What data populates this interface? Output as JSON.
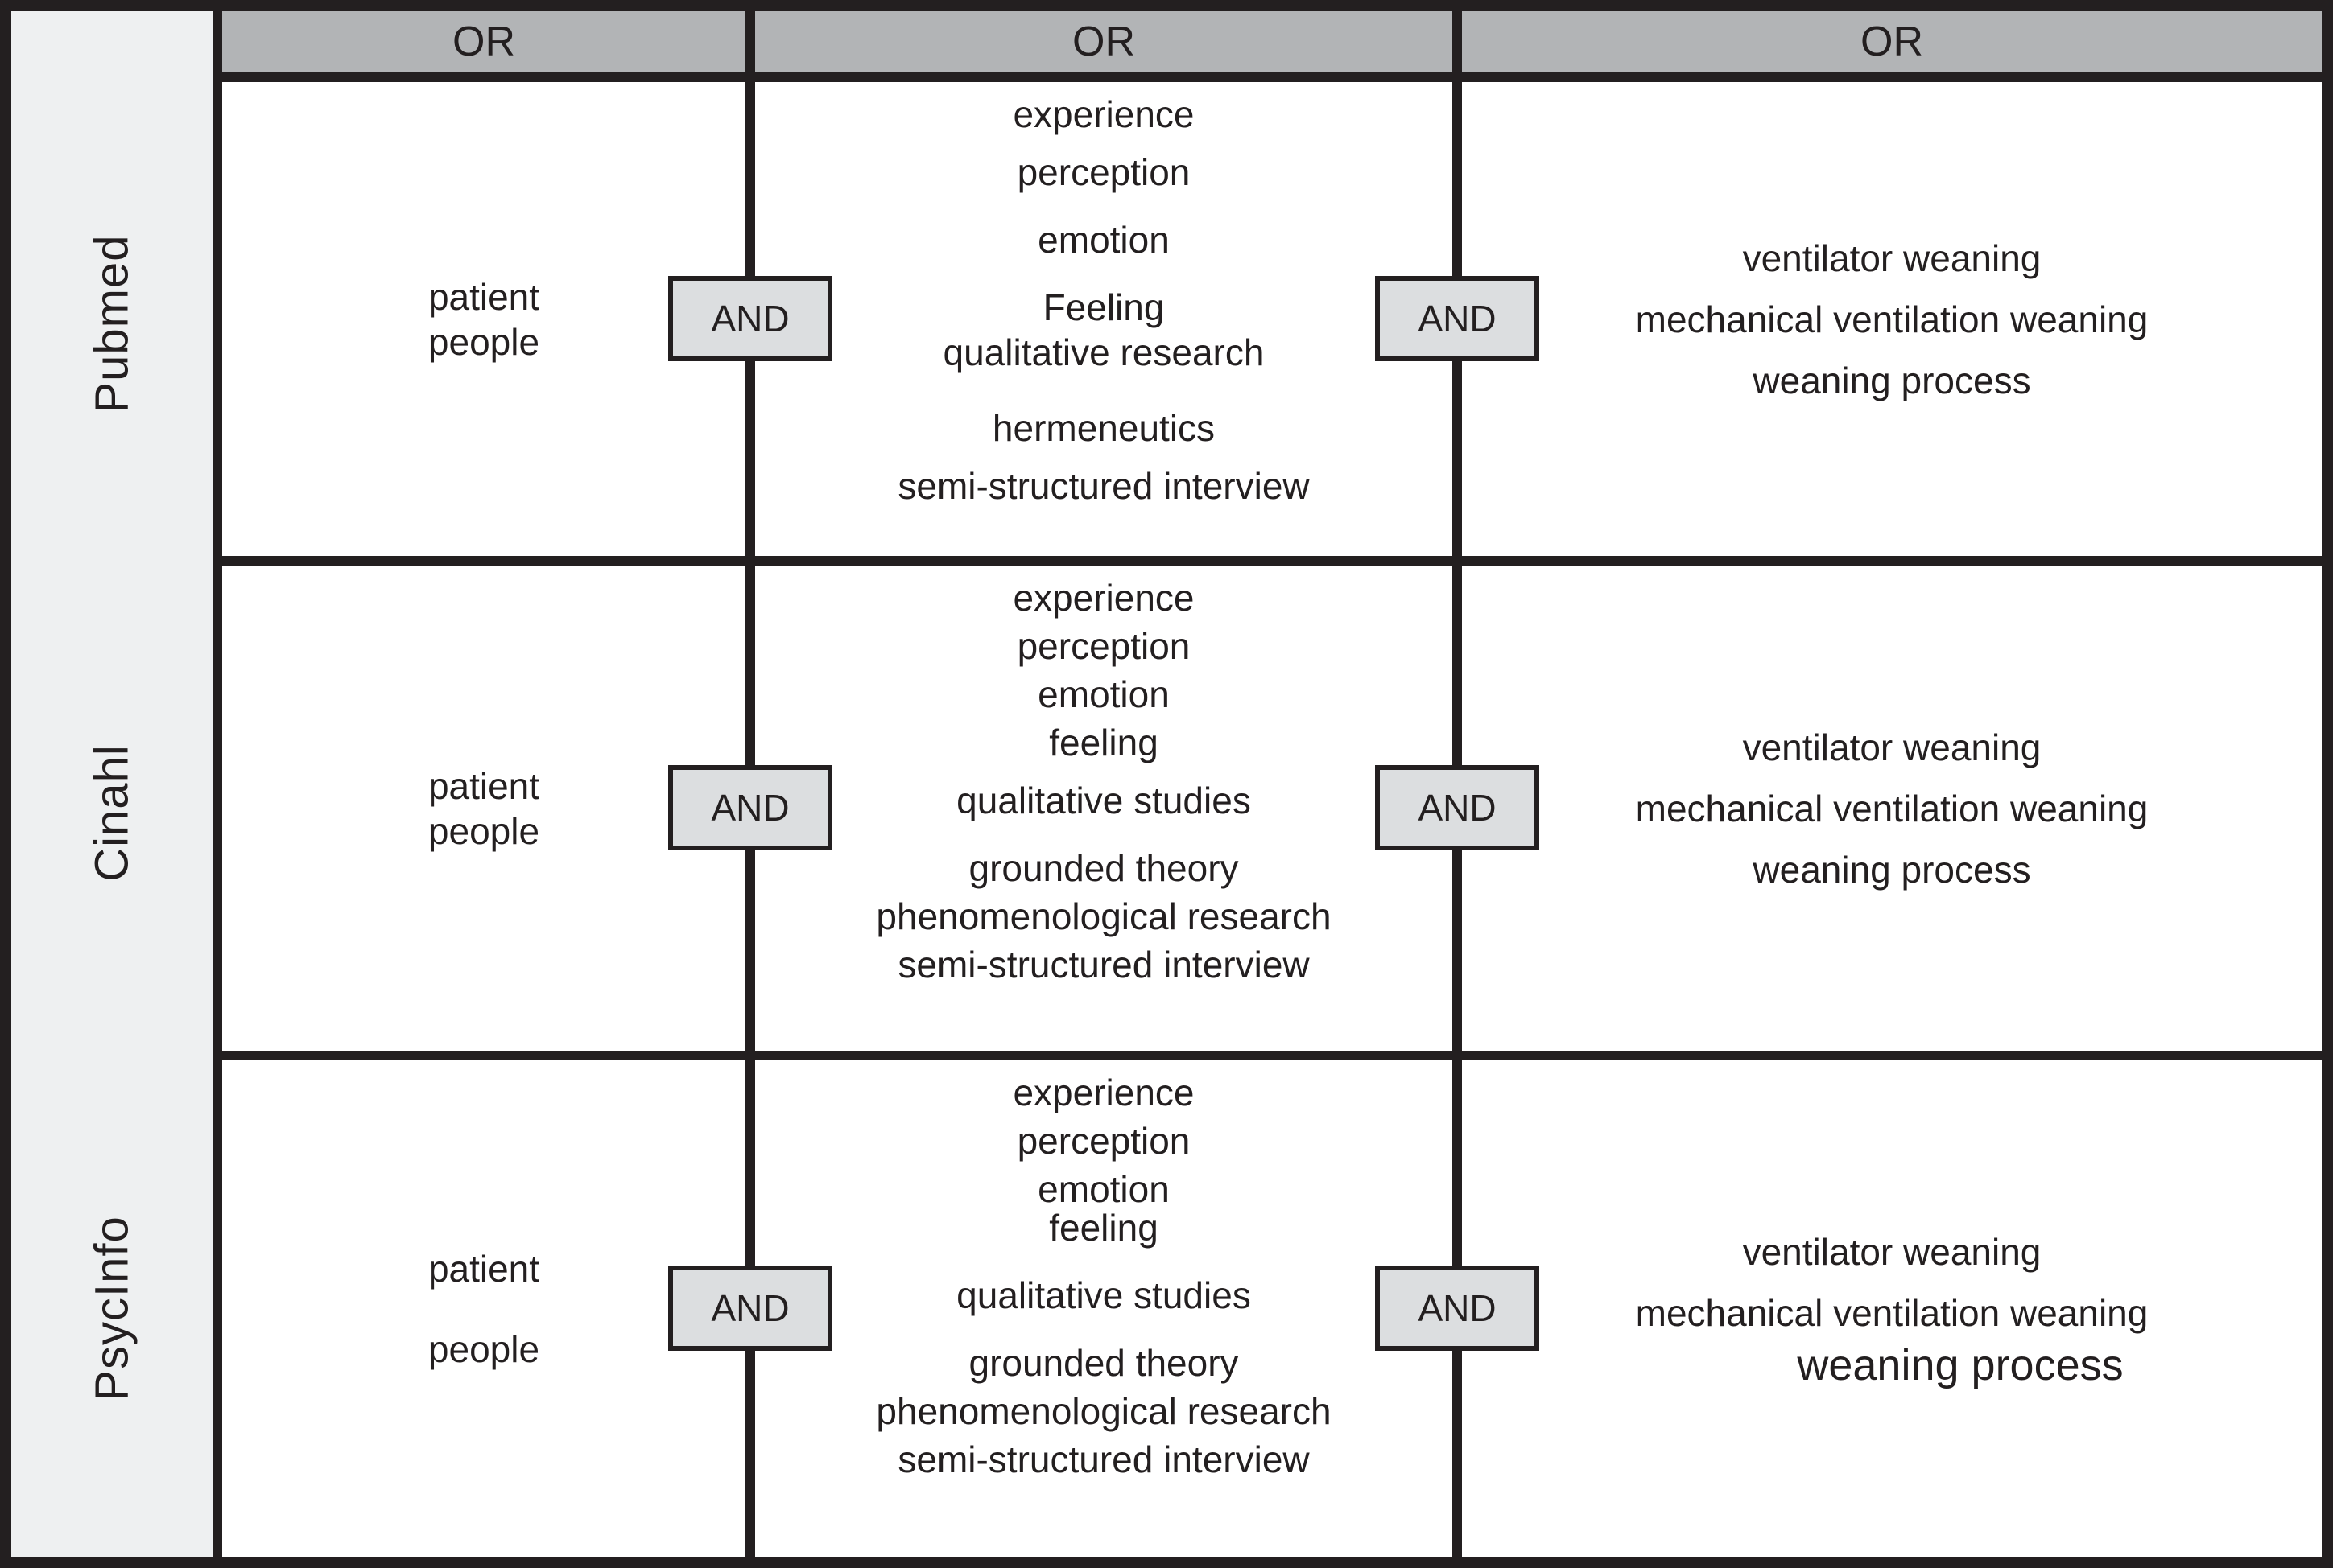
{
  "table": {
    "header": {
      "or_labels": [
        "OR",
        "OR",
        "OR"
      ]
    },
    "and_label": "AND",
    "rows": [
      {
        "database": "Pubmed",
        "population": [
          "patient",
          "people"
        ],
        "concepts": [
          "experience",
          "perception",
          "emotion",
          "Feeling",
          "qualitative research",
          "hermeneutics",
          "semi-structured interview"
        ],
        "outcomes": [
          "ventilator weaning",
          "mechanical ventilation weaning",
          "weaning process"
        ]
      },
      {
        "database": "Cinahl",
        "population": [
          "patient",
          "people"
        ],
        "concepts": [
          "experience",
          "perception",
          "emotion",
          "feeling",
          "qualitative studies",
          "grounded theory",
          "phenomenological research",
          "semi-structured interview"
        ],
        "outcomes": [
          "ventilator weaning",
          "mechanical ventilation weaning",
          "weaning process"
        ]
      },
      {
        "database": "PsycInfo",
        "population": [
          "patient",
          "people"
        ],
        "concepts": [
          "experience",
          "perception",
          "emotion",
          "feeling",
          "qualitative studies",
          "grounded theory",
          "phenomenological research",
          "semi-structured interview"
        ],
        "outcomes": [
          "ventilator weaning",
          "mechanical ventilation weaning",
          "weaning process"
        ]
      }
    ],
    "colors": {
      "line": "#231f20",
      "header_bg": "#b2b4b6",
      "label_column_bg": "#eef0f1",
      "and_box_bg": "#dcdee0",
      "cell_bg": "#ffffff"
    }
  }
}
